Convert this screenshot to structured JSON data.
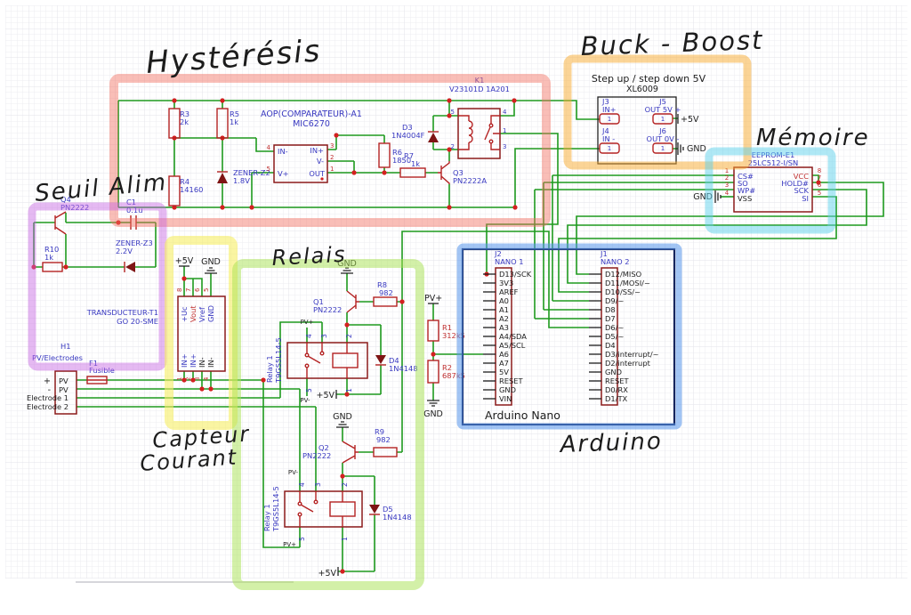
{
  "annotations": {
    "hysteresis": "Hystérésis",
    "seuil": "Seuil Alim",
    "buck": "Buck - Boost",
    "memoire": "Mémoire",
    "relais": "Relais",
    "capteur_l1": "Capteur",
    "capteur_l2": "Courant",
    "arduino": "Arduino"
  },
  "colors": {
    "wire": "#1e9a1e",
    "symbol": "#b42222",
    "label_blue": "#3838c0",
    "label_red": "#c03030",
    "hl_red": "#f26e60",
    "hl_orange": "#f7aa2d",
    "hl_cyan": "#5fd2eb",
    "hl_purple": "#c664e2",
    "hl_yellow": "#f7ee64",
    "hl_green": "#a8e252",
    "hl_blue": "#5596eb"
  },
  "hyst": {
    "r3": "R3",
    "r3v": "2k",
    "r5": "R5",
    "r5v": "1k",
    "r4": "R4",
    "r4v": "14160",
    "z2": "ZENER-Z2",
    "z2v": "1.8V",
    "aop1": "AOP(COMPARATEUR)-A1",
    "aop2": "MIC6270",
    "in_m": "IN-",
    "in_p": "IN+",
    "v_m": "V-",
    "v_p": "V+",
    "out": "OUT",
    "p4": "4",
    "p5": "5",
    "p3": "3",
    "p2": "2",
    "p1": "1",
    "r6": "R6",
    "r6v": "1850",
    "r7": "R7",
    "r7v": "1k",
    "d3": "D3",
    "d3v": "1N4004F",
    "q3": "Q3",
    "q3v": "PN2222A",
    "k1": "K1",
    "k1v": "V23101D 1A201",
    "k5": "5",
    "k2": "2",
    "k4": "4",
    "kp1": "1",
    "k3": "3"
  },
  "buckbox": {
    "title": "Step up / step down 5V",
    "part": "XL6009",
    "j3": "J3",
    "j3l": "IN+",
    "j4": "J4",
    "j4l": "IN -",
    "j5": "J5",
    "j5l": "OUT 5V +",
    "j6": "J6",
    "j6l": "OUT 0V -",
    "one": "1",
    "p5v": "+5V",
    "gnd": "GND"
  },
  "mem": {
    "ref": "EEPROM-E1",
    "part": "25LC512-I/SN",
    "gnd": "GND",
    "l": [
      {
        "n": "1",
        "t": "CS#"
      },
      {
        "n": "2",
        "t": "SO"
      },
      {
        "n": "3",
        "t": "WP#"
      },
      {
        "n": "4",
        "t": "VSS"
      }
    ],
    "r": [
      {
        "n": "8",
        "t": "VCC"
      },
      {
        "n": "7",
        "t": "HOLD#"
      },
      {
        "n": "6",
        "t": "SCK"
      },
      {
        "n": "5",
        "t": "SI"
      }
    ]
  },
  "seuil": {
    "q4": "Q4",
    "q4v": "PN2222",
    "c1": "C1",
    "c1v": "0.1u",
    "r10": "R10",
    "r10v": "1k",
    "z3": "ZENER-Z3",
    "z3v": "2.2V",
    "t1a": "TRANSDUCTEUR-T1",
    "t1b": "GO 20-SME",
    "h1": "H1",
    "h1v": "PV/Electrodes",
    "f1": "F1",
    "f1v": "Fusible",
    "plus": "+",
    "minus": "-",
    "pv": "PV",
    "e1": "Electrode 1",
    "e2": "Electrode 2"
  },
  "trans": {
    "p5v": "+5V",
    "gnd": "GND",
    "t8": "+Uc",
    "t7": "Vout",
    "t6": "Vref",
    "t5": "GND",
    "n8": "8",
    "n7": "7",
    "n6": "6",
    "n5": "5",
    "b1": "IN+",
    "b2": "IN+",
    "b3": "IN-",
    "b4": "IN-",
    "n1": "1",
    "n2": "2",
    "n3": "3",
    "n4": "4"
  },
  "relay1": {
    "gnd": "GND",
    "q": "Q1",
    "qv": "PN2222",
    "r": "R8",
    "rv": "982",
    "ref": "Relay 1",
    "part": "T9GS5L14-5",
    "d": "D4",
    "dv": "1N4148",
    "pvp": "PV+",
    "pvm": "PV-",
    "p5v": "+5V",
    "n4": "4",
    "n3": "3",
    "n2": "2",
    "n5": "5",
    "n1": "1"
  },
  "relay2": {
    "gnd": "GND",
    "q": "Q2",
    "qv": "PN2222",
    "r": "R9",
    "rv": "982",
    "ref": "Relay 1",
    "part": "T9GS5L14-5",
    "d": "D5",
    "dv": "1N4148",
    "pvp": "PV+",
    "pvm": "PV-",
    "p5v": "+5V",
    "n4": "4",
    "n3": "3",
    "n2": "2",
    "n5": "5",
    "n1": "1"
  },
  "div": {
    "pv": "PV+",
    "r1": "R1",
    "r1v": "312k5",
    "r2": "R2",
    "r2v": "687k5",
    "gnd": "GND"
  },
  "ard": {
    "name": "Arduino Nano",
    "j2": "J2",
    "j2n": "NANO 1",
    "j1": "J1",
    "j1n": "NANO 2",
    "j2pins": [
      "D13/SCK",
      "3V3",
      "AREF",
      "A0",
      "A1",
      "A2",
      "A3",
      "A4/SDA",
      "A5/SCL",
      "A6",
      "A7",
      "5V",
      "RESET",
      "GND",
      "VIN"
    ],
    "j1pins": [
      "D12/MISO",
      "D11/MOSI/~",
      "D10/SS/~",
      "D9/~",
      "D8",
      "D7",
      "D6/~",
      "D5/~",
      "D4",
      "D3/interrupt/~",
      "D2/interrupt",
      "GND",
      "RESET",
      "D0/RX",
      "D1/TX"
    ]
  }
}
